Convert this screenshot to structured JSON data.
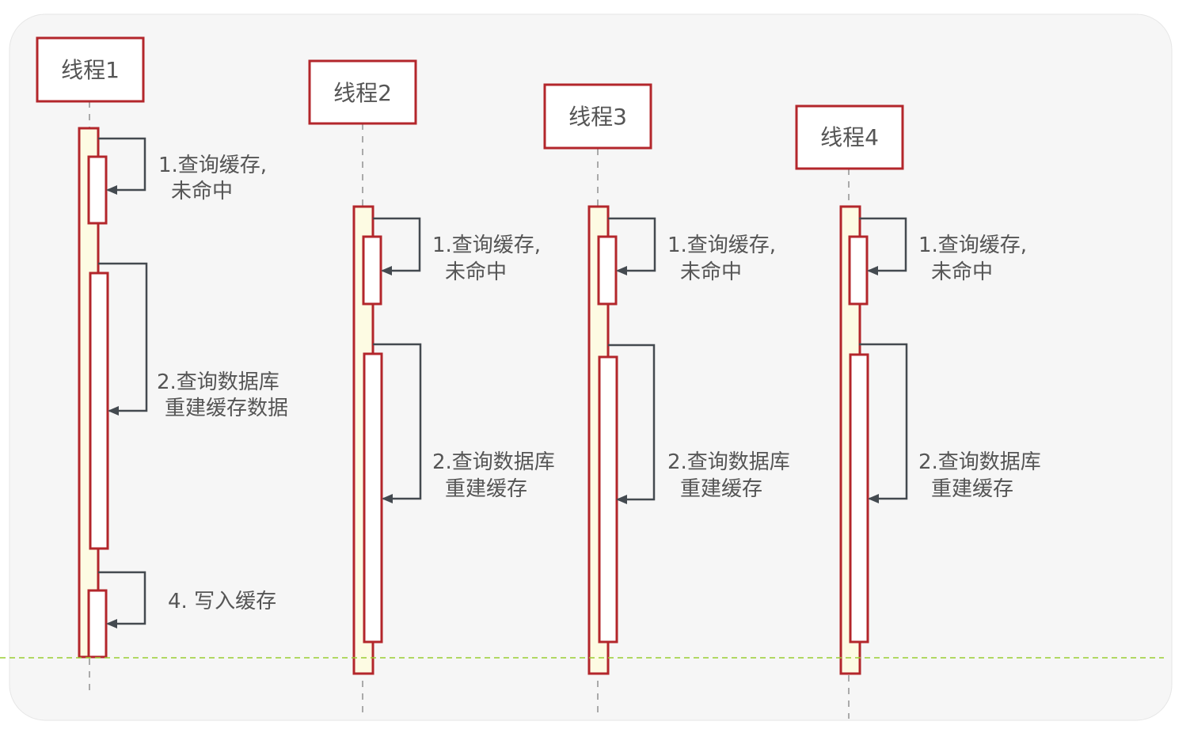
{
  "diagram": {
    "threads": [
      {
        "name": "线程1",
        "step1": [
          "1.查询缓存,",
          "未命中"
        ],
        "step2": [
          "2.查询数据库",
          "重建缓存数据"
        ],
        "step4": "4. 写入缓存"
      },
      {
        "name": "线程2",
        "step1": [
          "1.查询缓存,",
          "未命中"
        ],
        "step2": [
          "2.查询数据库",
          "重建缓存"
        ]
      },
      {
        "name": "线程3",
        "step1": [
          "1.查询缓存,",
          "未命中"
        ],
        "step2": [
          "2.查询数据库",
          "重建缓存"
        ]
      },
      {
        "name": "线程4",
        "step1": [
          "1.查询缓存,",
          "未命中"
        ],
        "step2": [
          "2.查询数据库",
          "重建缓存"
        ]
      }
    ],
    "colors": {
      "box_border": "#b3262b",
      "activation_fill": "#fdfbe3",
      "arrow": "#444a50",
      "lifeline": "#aaaaaa",
      "text": "#555555",
      "divider": "#9acd32",
      "background": "#f6f6f6"
    }
  }
}
